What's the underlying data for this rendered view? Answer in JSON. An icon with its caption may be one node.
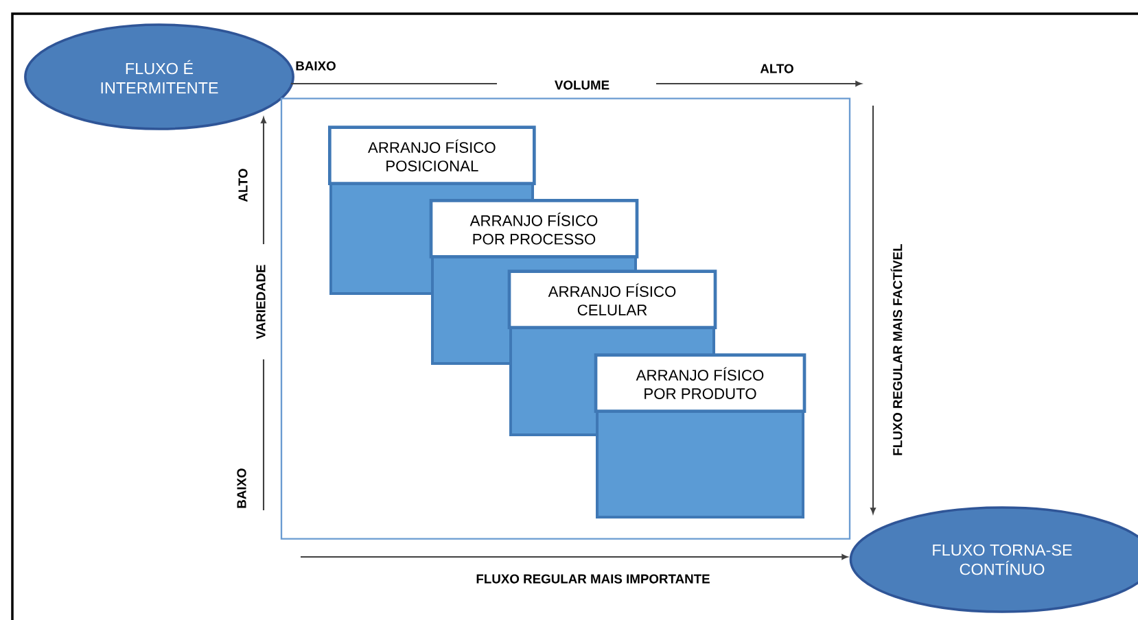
{
  "diagram": {
    "nodes": [
      {
        "text": [
          "FLUXO É INTERMITENTE"
        ]
      },
      {
        "text": [],
        "shape": "box"
      },
      {
        "text": [
          "ARRANJO FÍSICO POSICIONAL"
        ],
        "in": 1
      },
      {
        "text": [
          "ARRANJO FÍSICO POR PROCESSO"
        ],
        "in": 1
      },
      {
        "text": [
          "ARRANJO FÍSICO CELULAR"
        ],
        "in": 1
      },
      {
        "text": [
          "ARRANJO FÍSICO POR PRODUTO"
        ],
        "in": 1
      },
      {
        "text": [
          "FLUXO TORNA-SE CONTÍNUO"
        ]
      }
    ],
    "labels": [
      "BAIXO",
      "VOLUME",
      "ALTO",
      "ALTO",
      "VARIEDADE",
      "BAIXO",
      "FLUXO REGULAR MAIS FACTÍVEL",
      "FLUXO REGULAR MAIS IMPORTANTE"
    ]
  }
}
